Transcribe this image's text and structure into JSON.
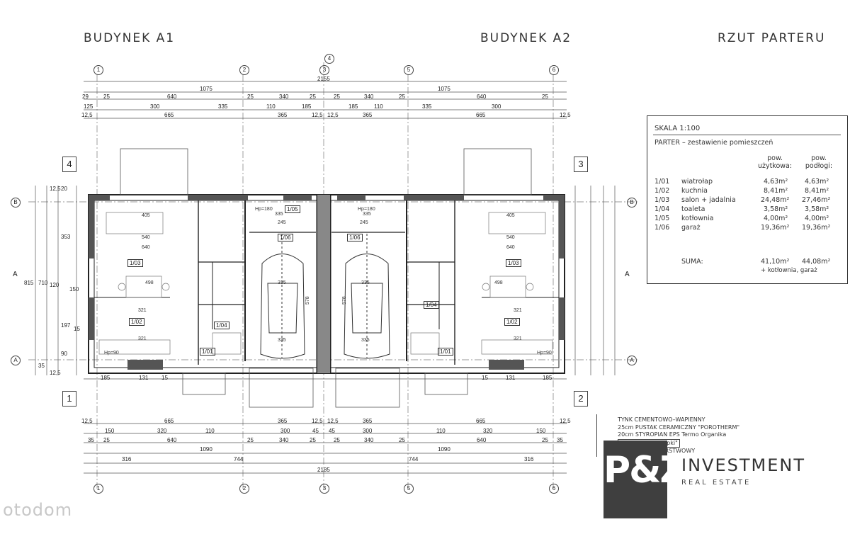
{
  "titles": {
    "building_a1": "BUDYNEK A1",
    "building_a2": "BUDYNEK A2",
    "plan": "RZUT PARTERU"
  },
  "axes": {
    "top": [
      "1",
      "2",
      "3",
      "4",
      "5",
      "6"
    ],
    "rows": [
      "B",
      "A"
    ],
    "section": "A",
    "corners": [
      "4",
      "3",
      "1",
      "2"
    ]
  },
  "dims": {
    "overall_top": "2155",
    "overall_bottom": "2185",
    "half_top": "1075",
    "half_bottom": "1090",
    "row1": [
      "29",
      "25",
      "640",
      "25",
      "340",
      "25",
      "25",
      "340",
      "25",
      "640",
      "25"
    ],
    "row2": [
      "125",
      "300",
      "335",
      "110",
      "185",
      "185",
      "110",
      "335",
      "300"
    ],
    "row3": [
      "12,5",
      "665",
      "365",
      "12,5",
      "12,5",
      "365",
      "665",
      "12,5"
    ],
    "row_b1": [
      "12,5",
      "665",
      "365",
      "12,5",
      "12,5",
      "365",
      "665",
      "12,5"
    ],
    "row_b2": [
      "150",
      "320",
      "110",
      "300",
      "45",
      "45",
      "300",
      "110",
      "320",
      "150"
    ],
    "row_b3": [
      "35",
      "25",
      "640",
      "25",
      "340",
      "25",
      "25",
      "340",
      "25",
      "640",
      "25",
      "35"
    ],
    "row_b4": [
      "316",
      "744",
      "744",
      "316"
    ],
    "row_b5": [
      "185",
      "131",
      "15",
      "15",
      "131",
      "185"
    ],
    "side": [
      "12,5",
      "20",
      "353",
      "710",
      "815",
      "12,5",
      "120",
      "150",
      "197",
      "15",
      "90",
      "35"
    ]
  },
  "rooms": [
    "1/01",
    "1/02",
    "1/03",
    "1/04",
    "1/05",
    "1/06"
  ],
  "legend": {
    "scale": "SKALA   1:100",
    "subtitle": "PARTER  –  zestawienie pomieszczeń",
    "col1": "pow. użytkowa:",
    "col2": "pow. podłogi:",
    "rows": [
      {
        "id": "1/01",
        "name": "wiatrołap",
        "use": "4,63m²",
        "floor": "4,63m²"
      },
      {
        "id": "1/02",
        "name": "kuchnia",
        "use": "8,41m²",
        "floor": "8,41m²"
      },
      {
        "id": "1/03",
        "name": "salon + jadalnia",
        "use": "24,48m²",
        "floor": "27,46m²"
      },
      {
        "id": "1/04",
        "name": "toaleta",
        "use": "3,58m²",
        "floor": "3,58m²"
      },
      {
        "id": "1/05",
        "name": "kotłownia",
        "use": "4,00m²",
        "floor": "4,00m²"
      },
      {
        "id": "1/06",
        "name": "garaż",
        "use": "19,36m²",
        "floor": "19,36m²"
      }
    ],
    "sum_label": "SUMA:",
    "sum_use": "41,10m²",
    "sum_floor": "44,08m²",
    "sum_note": "+ kotłownia, garaż"
  },
  "notes": [
    "TYNK CEMENTOWO–WAPIENNY",
    "25cm  PUSTAK CERAMICZNY \"POROTHERM\"",
    "20cm  STYROPIAN EPS Termo Organika",
    "\"Styropian w kropki\"",
    "TYNK CIENKOWARSTWOWY"
  ],
  "brand": {
    "mark": "P&Z",
    "name": "INVESTMENT",
    "sub": "REAL ESTATE"
  },
  "watermark": "otodom"
}
